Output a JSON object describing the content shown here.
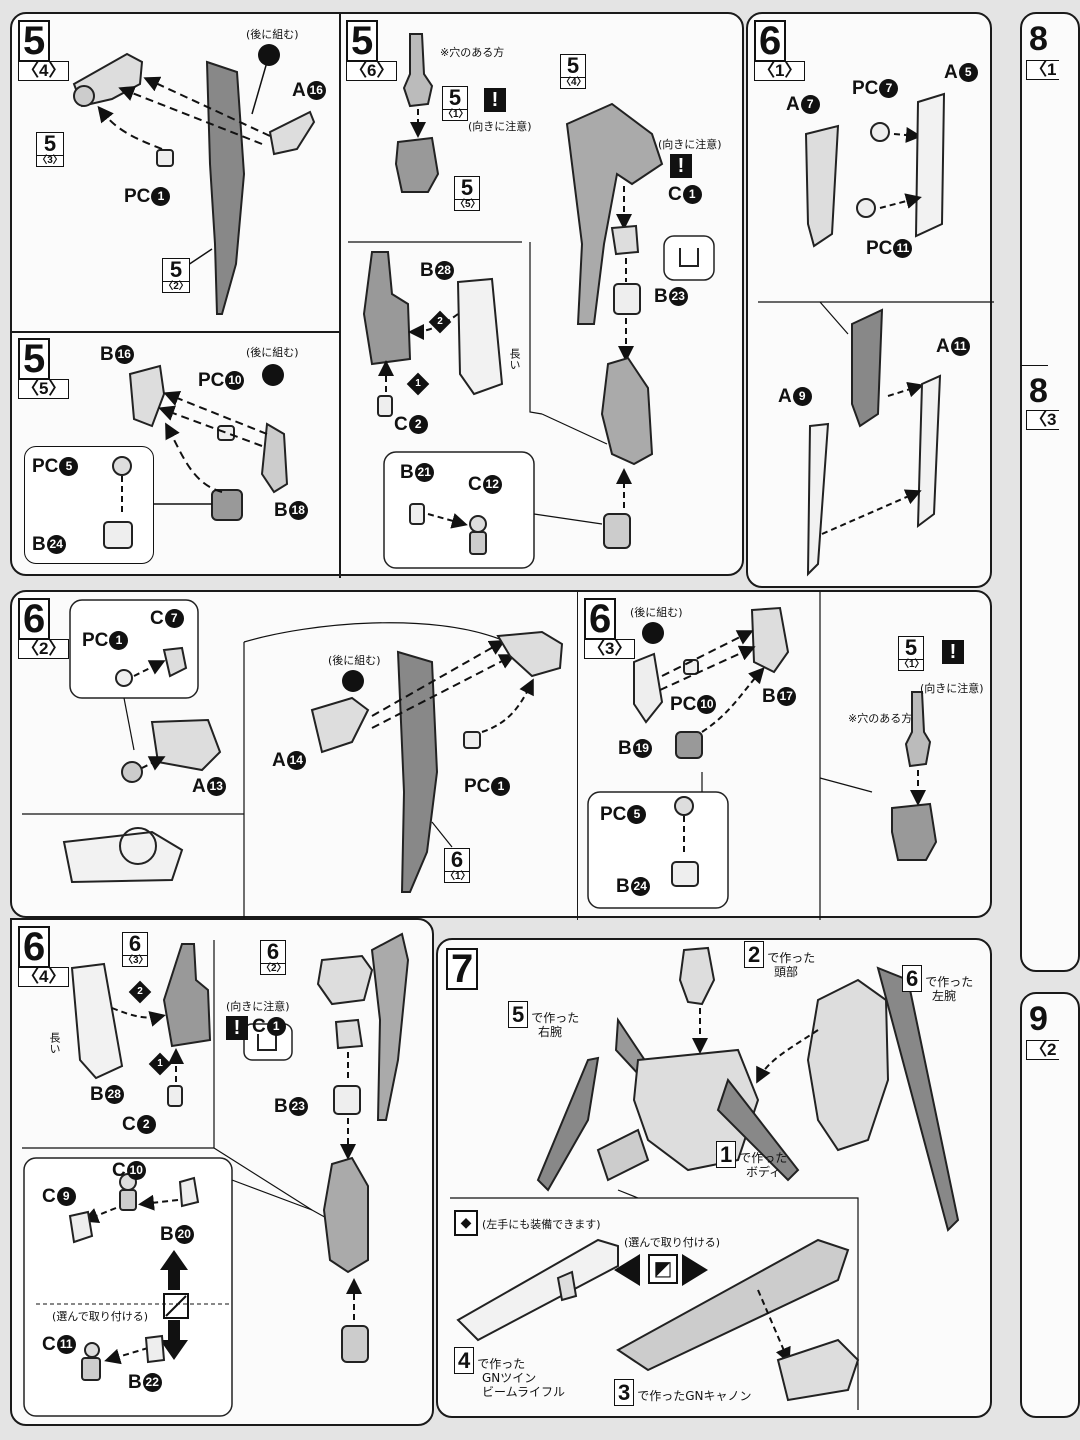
{
  "notes": {
    "later": "(後に組む)",
    "hole_side": "※穴のある方",
    "careful_dir": "(向きに注意)",
    "long": "長い",
    "choose_attach": "(選んで取り付ける)",
    "left_hand_ok": "(左手にも装備できます)",
    "made_in": "で作った"
  },
  "s5_4": {
    "step": "5",
    "sub": "〈4〉",
    "ref_big": "5",
    "ref_sub": "〈3〉",
    "ref2_big": "5",
    "ref2_sub": "〈2〉",
    "a": "A",
    "a_n": "16",
    "pc": "PC",
    "pc_n": "1"
  },
  "s5_5": {
    "step": "5",
    "sub": "〈5〉",
    "b16": "B",
    "b16_n": "16",
    "pc10": "PC",
    "pc10_n": "10",
    "b18": "B",
    "b18_n": "18",
    "pc5": "PC",
    "pc5_n": "5",
    "b24": "B",
    "b24_n": "24"
  },
  "s5_6": {
    "step": "5",
    "sub": "〈6〉",
    "ref1_big": "5",
    "ref1_sub": "〈1〉",
    "ref5_big": "5",
    "ref5_sub": "〈5〉",
    "b28": "B",
    "b28_n": "28",
    "c2": "C",
    "c2_n": "2",
    "b21": "B",
    "b21_n": "21",
    "c12": "C",
    "c12_n": "12",
    "ref4_big": "5",
    "ref4_sub": "〈4〉",
    "c1": "C",
    "c1_n": "1",
    "b23": "B",
    "b23_n": "23"
  },
  "s6_1": {
    "step": "6",
    "sub": "〈1〉",
    "a7": "A",
    "a7_n": "7",
    "pc7": "PC",
    "pc7_n": "7",
    "a5": "A",
    "a5_n": "5",
    "pc11": "PC",
    "pc11_n": "11",
    "a11": "A",
    "a11_n": "11",
    "a9": "A",
    "a9_n": "9"
  },
  "s6_2": {
    "step": "6",
    "sub": "〈2〉",
    "pc1": "PC",
    "pc1_n": "1",
    "c7": "C",
    "c7_n": "7",
    "a13": "A",
    "a13_n": "13",
    "a14": "A",
    "a14_n": "14",
    "ref_big": "6",
    "ref_sub": "〈1〉"
  },
  "s6_3": {
    "step": "6",
    "sub": "〈3〉",
    "b17": "B",
    "b17_n": "17",
    "pc10": "PC",
    "pc10_n": "10",
    "b19": "B",
    "b19_n": "19",
    "pc5": "PC",
    "pc5_n": "5",
    "b24": "B",
    "b24_n": "24",
    "ref_big": "5",
    "ref_sub": "〈1〉"
  },
  "s6_4": {
    "step": "6",
    "sub": "〈4〉",
    "ref3_big": "6",
    "ref3_sub": "〈3〉",
    "ref2_big": "6",
    "ref2_sub": "〈2〉",
    "b28": "B",
    "b28_n": "28",
    "c2": "C",
    "c2_n": "2",
    "c1": "C",
    "c1_n": "1",
    "b23": "B",
    "b23_n": "23",
    "c10": "C",
    "c10_n": "10",
    "c9": "C",
    "c9_n": "9",
    "b20": "B",
    "b20_n": "20",
    "c11": "C",
    "c11_n": "11",
    "b22": "B",
    "b22_n": "22"
  },
  "s7": {
    "step": "7",
    "head_num": "2",
    "head_label": "頭部",
    "right_num": "5",
    "right_label": "右腕",
    "left_num": "6",
    "left_label": "左腕",
    "body_num": "1",
    "body_label": "ボディ",
    "rifle_num": "4",
    "rifle_label1": "GNツイン",
    "rifle_label2": "ビームライフル",
    "cannon_num": "3",
    "cannon_label": "で作ったGNキャノン"
  },
  "edge": {
    "s8_step": "8",
    "s8_sub": "〈1",
    "s8b_step": "8",
    "s8b_sub": "〈3",
    "s9_step": "9",
    "s9_sub": "〈2"
  }
}
